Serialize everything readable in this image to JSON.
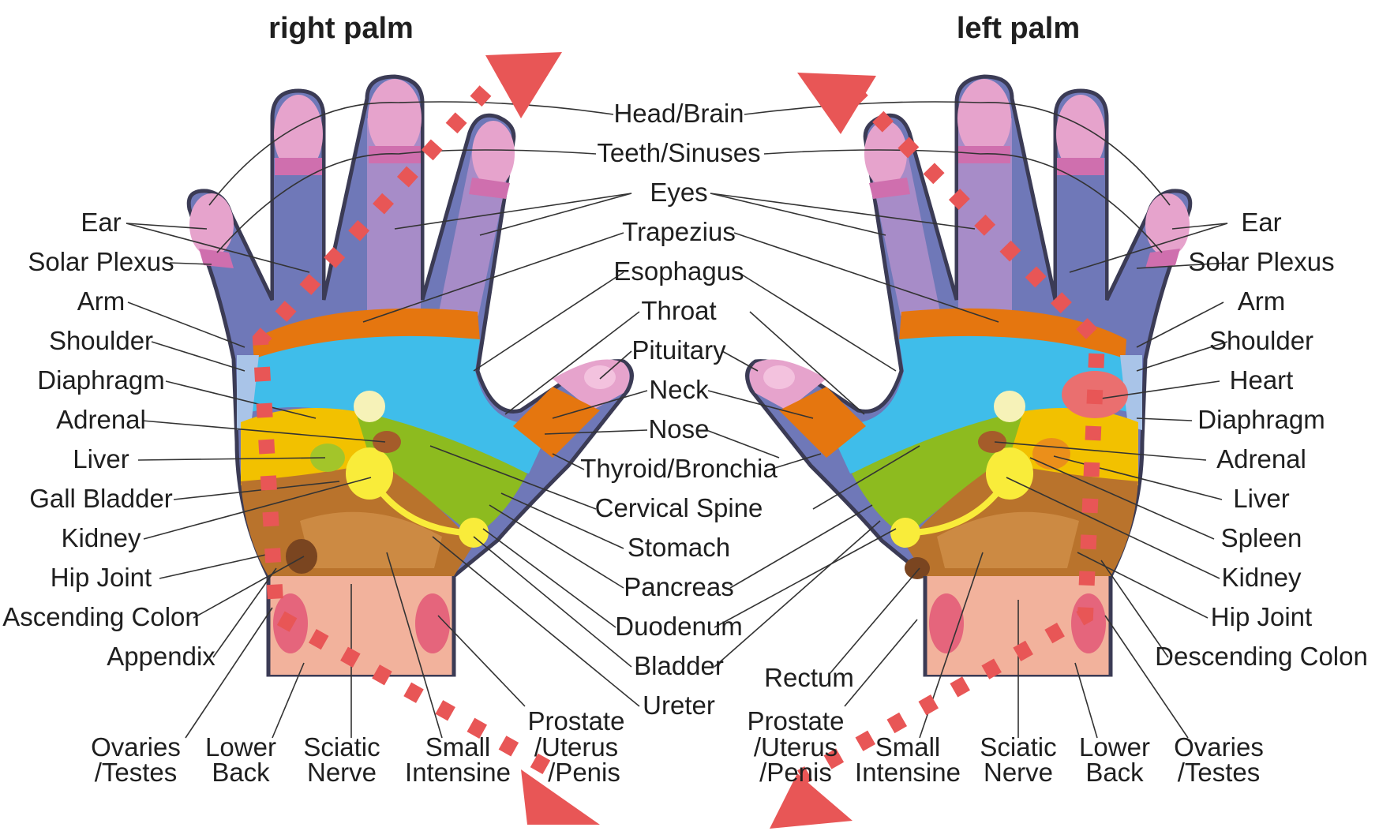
{
  "titles": {
    "right_palm": "right palm",
    "left_palm": "left palm"
  },
  "labels": {
    "ear": "Ear",
    "solar_plexus": "Solar Plexus",
    "arm": "Arm",
    "shoulder": "Shoulder",
    "diaphragm": "Diaphragm",
    "adrenal": "Adrenal",
    "liver": "Liver",
    "gall_bladder": "Gall Bladder",
    "kidney": "Kidney",
    "hip_joint": "Hip Joint",
    "ascending_colon": "Ascending Colon",
    "appendix": "Appendix",
    "heart": "Heart",
    "spleen": "Spleen",
    "descending_colon": "Descending Colon",
    "rectum": "Rectum",
    "head_brain": "Head/Brain",
    "teeth_sinuses": "Teeth/Sinuses",
    "eyes": "Eyes",
    "trapezius": "Trapezius",
    "esophagus": "Esophagus",
    "throat": "Throat",
    "pituitary": "Pituitary",
    "neck": "Neck",
    "nose": "Nose",
    "thyroid_bronchia": "Thyroid/Bronchia",
    "cervical_spine": "Cervical Spine",
    "stomach": "Stomach",
    "pancreas": "Pancreas",
    "duodenum": "Duodenum",
    "bladder": "Bladder",
    "ureter": "Ureter",
    "ovaries_1": "Ovaries",
    "ovaries_2": "/Testes",
    "lower_back_1": "Lower",
    "lower_back_2": "Back",
    "sciatic_1": "Sciatic",
    "sciatic_2": "Nerve",
    "small_int_1": "Small",
    "small_int_2": "Intensine",
    "prostate_1": "Prostate",
    "prostate_2": "/Uterus",
    "prostate_3": "/Penis"
  },
  "colors": {
    "fingertip": "#e6a3cc",
    "finger_band": "#cf6fae",
    "finger_purple": "#a78cc8",
    "finger_blue": "#6f78b8",
    "orange": "#e5760f",
    "sky_blue": "#3fbdea",
    "light_blue": "#a9c4e8",
    "yellow": "#f2c100",
    "green": "#8dbb1f",
    "dark_green": "#6f9c22",
    "brown": "#b9732c",
    "light_brown": "#cc8a43",
    "wrist": "#f2b29c",
    "wrist_spot": "#e5657c",
    "outline": "#3b3b55",
    "annotation_red": "#e85656"
  }
}
